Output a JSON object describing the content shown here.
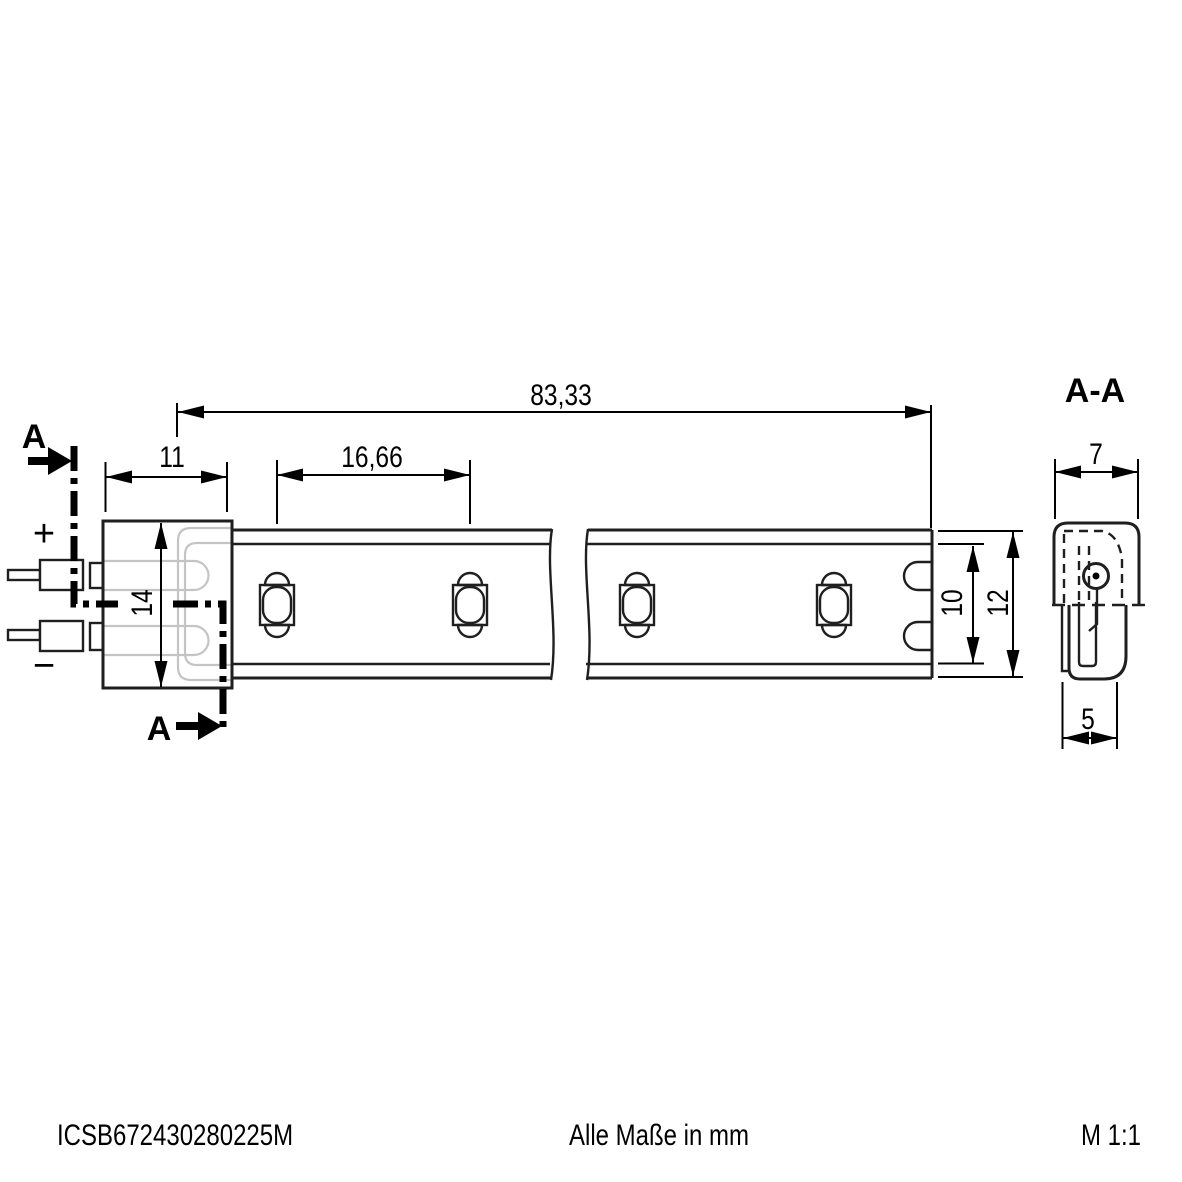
{
  "section": {
    "view_title": "A-A",
    "cut_label": "A"
  },
  "polarity": {
    "plus": "+",
    "minus": "−"
  },
  "dimensions": {
    "total_length": "83,33",
    "connector_width": "11",
    "led_pitch": "16,66",
    "connector_height": "14",
    "strip_inner_height": "10",
    "strip_outer_height": "12",
    "profile_top_width": "7",
    "profile_bottom_width": "5"
  },
  "footer": {
    "article_number": "ICSB672430280225M",
    "units_note": "Alle Maße in mm",
    "scale": "M 1:1"
  },
  "colors": {
    "line": "#1f1f1f",
    "dim": "#000000",
    "hidden": "#c4c4c4",
    "chip": "#d6d6d6",
    "bg": "#ffffff"
  }
}
